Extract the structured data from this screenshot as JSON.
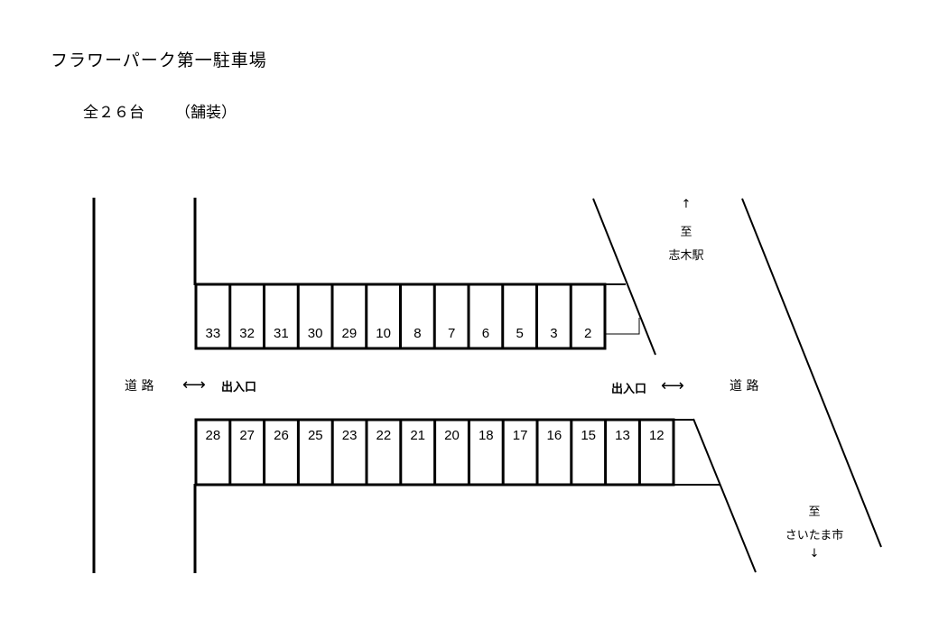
{
  "title": "フラワーパーク第一駐車場",
  "capacity": "全２６台",
  "surface": "（舗装）",
  "upper_row": {
    "stalls": [
      "33",
      "32",
      "31",
      "30",
      "29",
      "10",
      "8",
      "7",
      "6",
      "5",
      "3",
      "2"
    ]
  },
  "lower_row": {
    "stalls": [
      "28",
      "27",
      "26",
      "25",
      "23",
      "22",
      "21",
      "20",
      "18",
      "17",
      "16",
      "15",
      "13",
      "12"
    ]
  },
  "left_road": {
    "label": "道 路",
    "arrow": "⟷",
    "entrance": "出入口"
  },
  "right_road": {
    "label": "道 路",
    "arrow": "⟷",
    "entrance": "出入口"
  },
  "north_direction": {
    "arrow": "↑",
    "to": "至",
    "place": "志木駅"
  },
  "south_direction": {
    "arrow": "↓",
    "to": "至",
    "place": "さいたま市"
  },
  "colors": {
    "line": "#000000",
    "background": "#ffffff"
  }
}
